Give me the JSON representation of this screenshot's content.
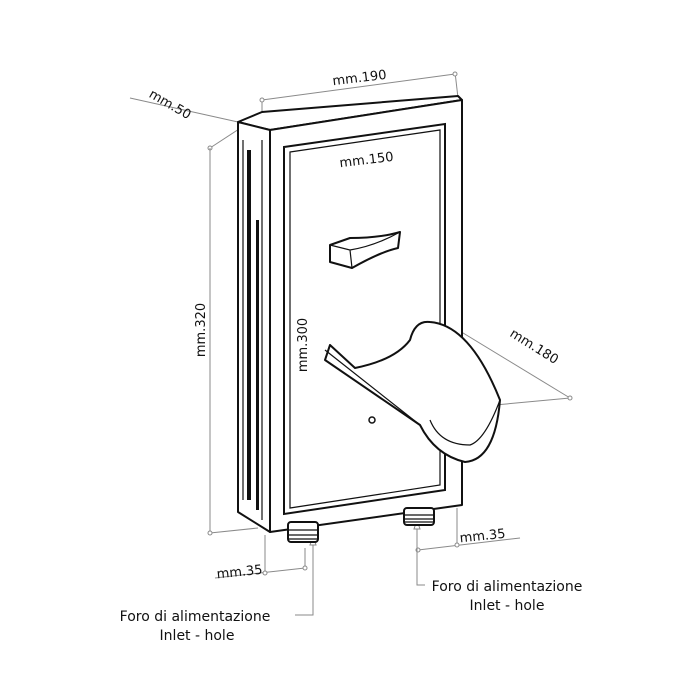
{
  "dimensions": {
    "width_total": "mm.190",
    "depth": "mm.50",
    "width_inner": "mm.150",
    "height_total": "mm.320",
    "height_inner": "mm.300",
    "holder_length": "mm.180",
    "inlet_offset_left": "mm.35",
    "inlet_offset_right": "mm.35"
  },
  "labels": {
    "left_inlet": {
      "line1": "Foro di alimentazione",
      "line2": "Inlet - hole"
    },
    "right_inlet": {
      "line1": "Foro di alimentazione",
      "line2": "Inlet - hole"
    }
  }
}
